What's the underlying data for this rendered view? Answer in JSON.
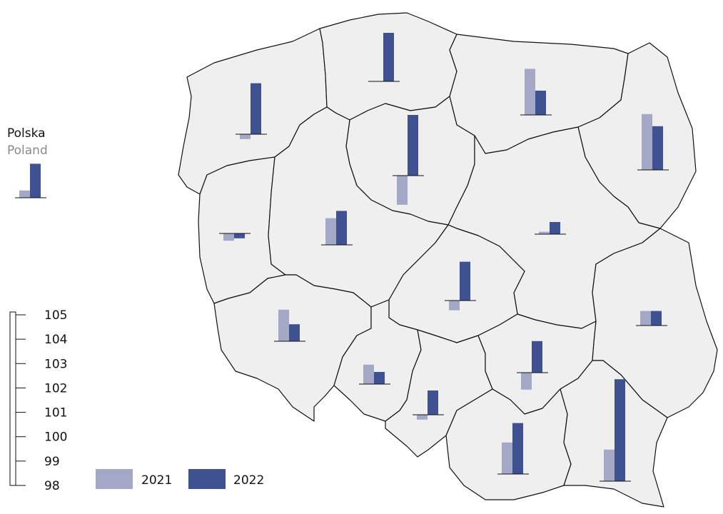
{
  "legend": {
    "title_pl": "Polska",
    "title_en": "Poland",
    "series": [
      {
        "name": "2021",
        "color": "#a3a8c6"
      },
      {
        "name": "2022",
        "color": "#3f5190"
      }
    ]
  },
  "scale": {
    "ticks": [
      "105",
      "104",
      "103",
      "102",
      "101",
      "100",
      "99",
      "98"
    ],
    "min": 98,
    "max": 105,
    "baseline": 100
  },
  "chart_data": {
    "type": "bar",
    "baseline": 100,
    "ylim": [
      98,
      105
    ],
    "series_names": [
      "2021",
      "2022"
    ],
    "national": {
      "name": "Polska",
      "values": [
        100.3,
        101.4
      ]
    },
    "regions": [
      {
        "id": "zachodniopomorskie",
        "values": [
          99.8,
          102.1
        ]
      },
      {
        "id": "pomorskie",
        "values": [
          100.0,
          102.0
        ]
      },
      {
        "id": "warminsko-mazurskie",
        "values": [
          101.9,
          101.0
        ]
      },
      {
        "id": "podlaskie",
        "values": [
          102.3,
          101.8
        ]
      },
      {
        "id": "kujawsko-pomorskie",
        "values": [
          98.8,
          102.5
        ]
      },
      {
        "id": "lubuskie",
        "values": [
          99.7,
          99.8
        ]
      },
      {
        "id": "wielkopolskie",
        "values": [
          101.1,
          101.4
        ]
      },
      {
        "id": "mazowieckie",
        "values": [
          100.1,
          100.5
        ]
      },
      {
        "id": "lodzkie",
        "values": [
          99.6,
          101.6
        ]
      },
      {
        "id": "dolnoslaskie",
        "values": [
          101.3,
          100.7
        ]
      },
      {
        "id": "opolskie",
        "values": [
          100.8,
          100.5
        ]
      },
      {
        "id": "slaskie",
        "values": [
          99.8,
          101.0
        ]
      },
      {
        "id": "swietokrzyskie",
        "values": [
          99.3,
          101.3
        ]
      },
      {
        "id": "lubelskie",
        "values": [
          100.6,
          100.6
        ]
      },
      {
        "id": "malopolskie",
        "values": [
          101.3,
          102.1
        ]
      },
      {
        "id": "podkarpackie",
        "values": [
          101.3,
          104.2
        ]
      }
    ]
  }
}
